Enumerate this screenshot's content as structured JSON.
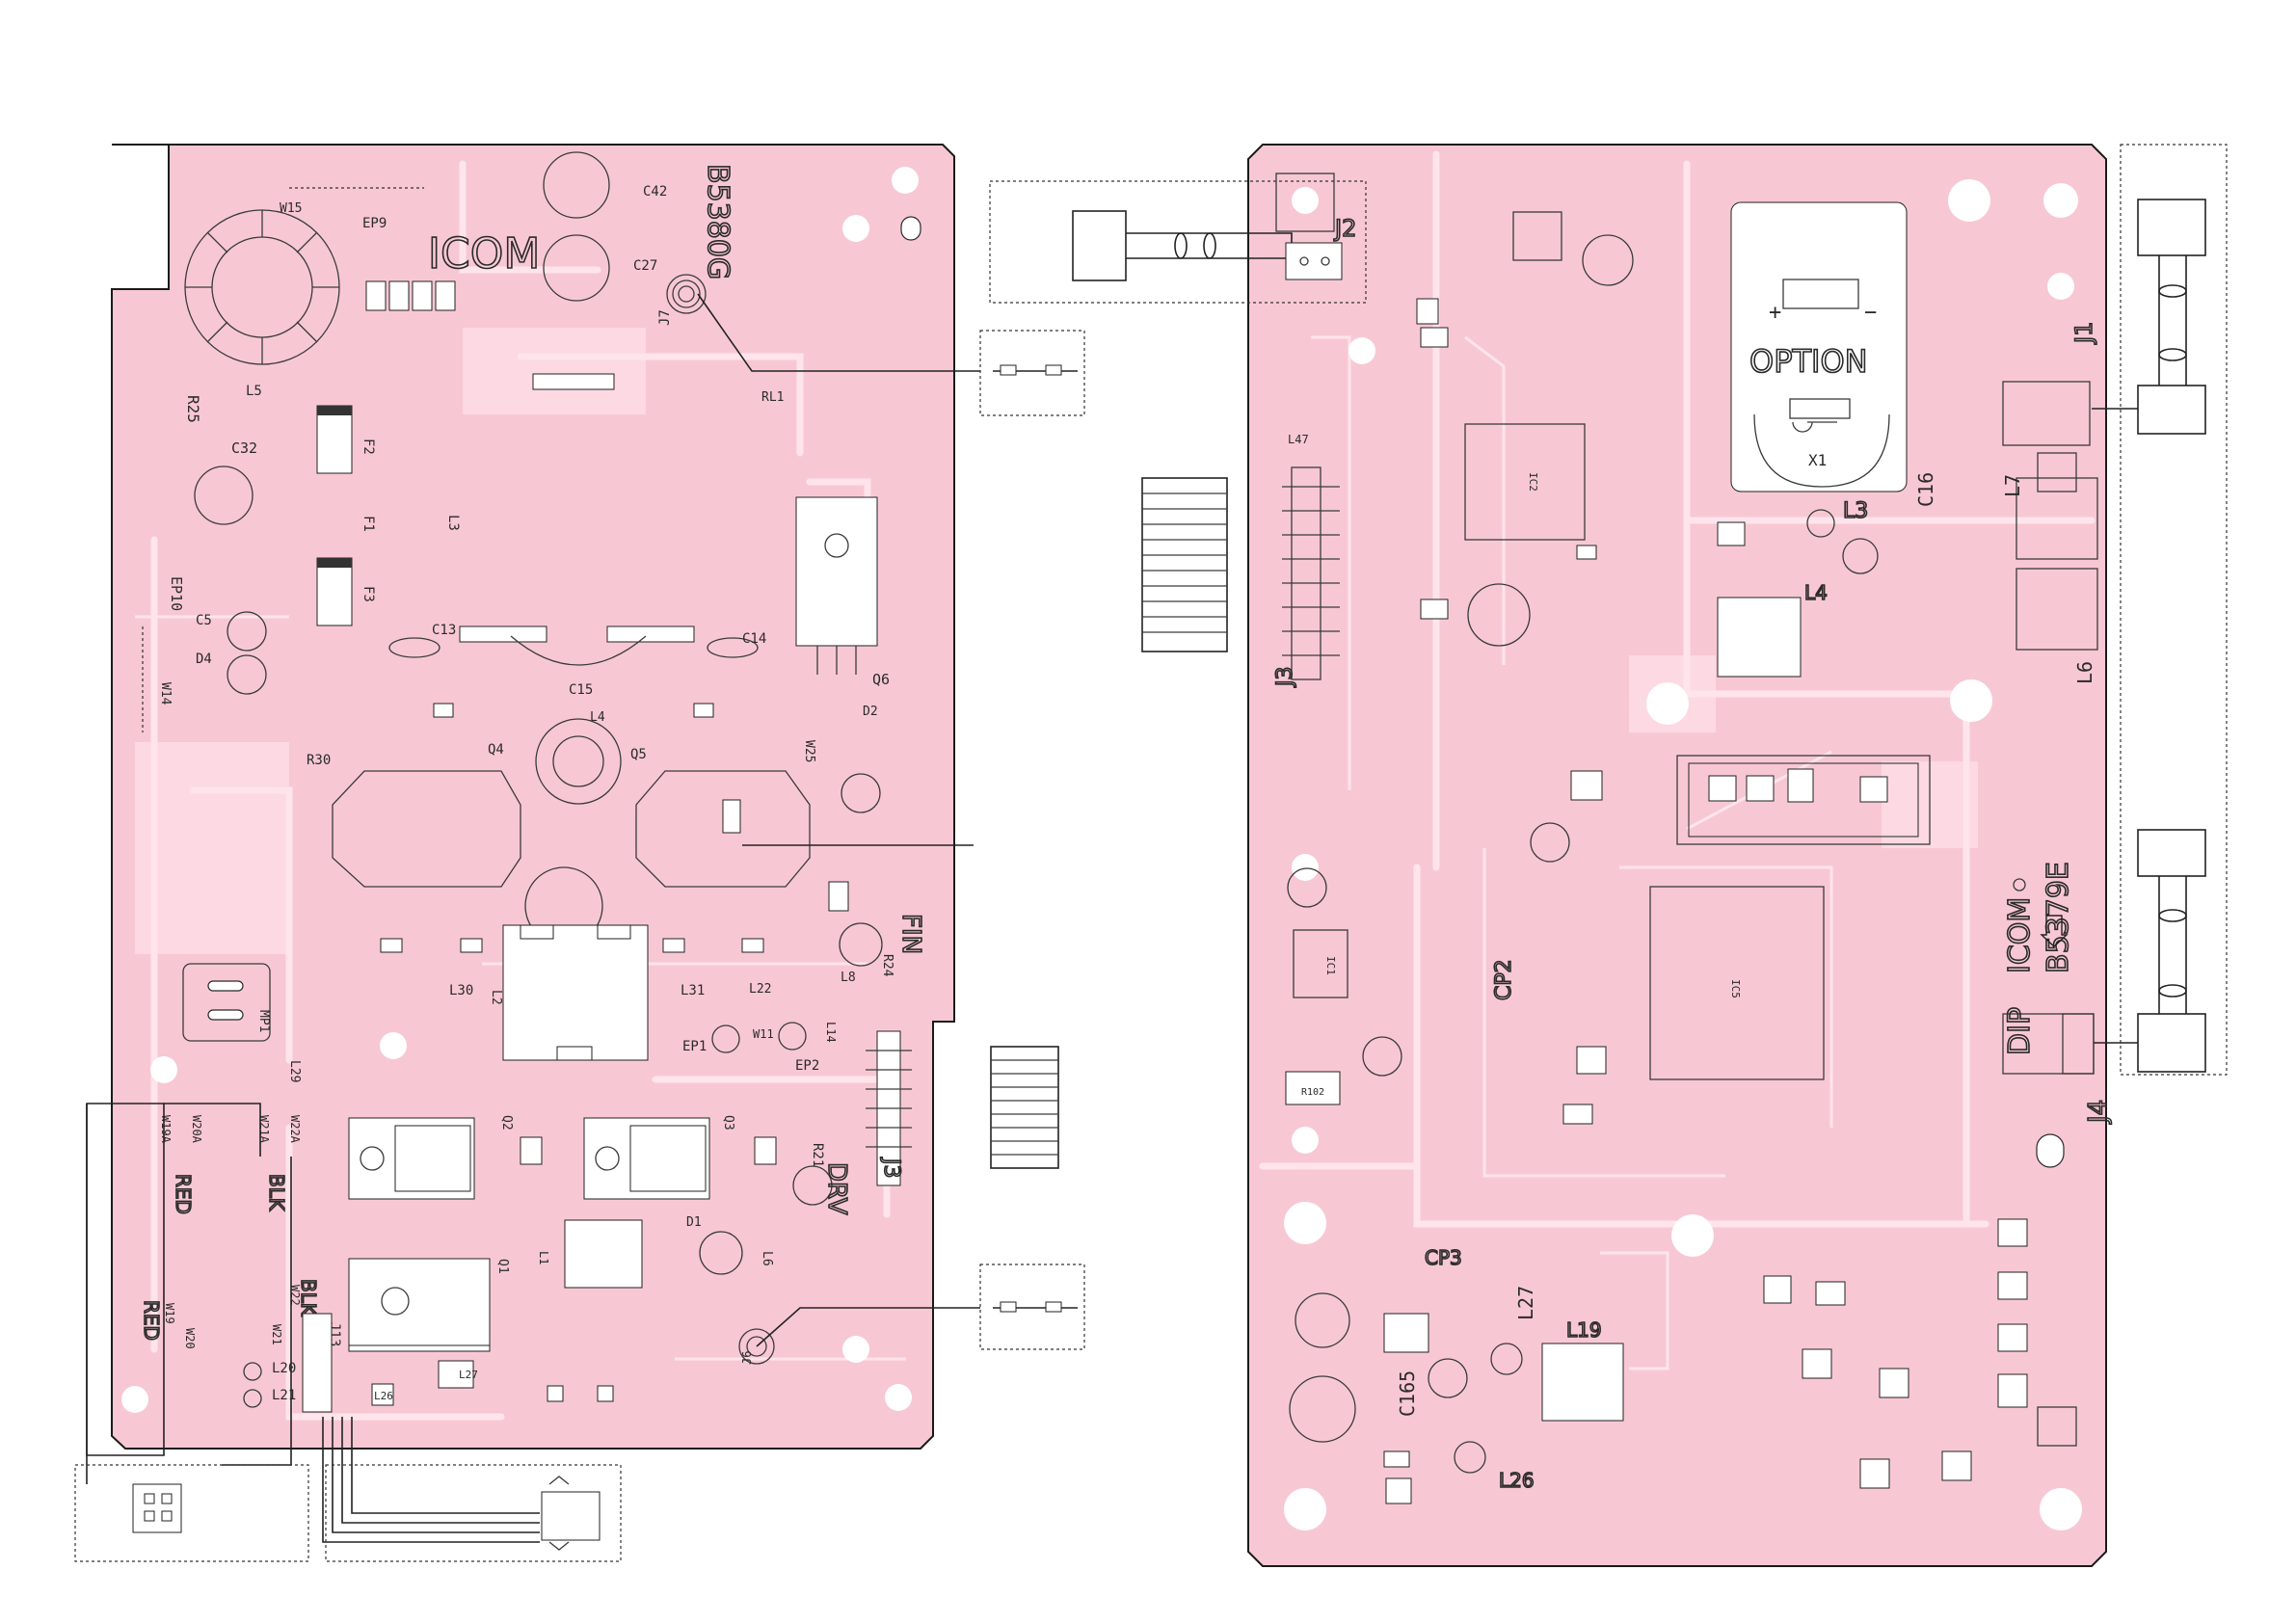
{
  "left_board": {
    "board_id": "B5380G",
    "brand": "ICOM",
    "labels": {
      "w15": "W15",
      "ep9": "EP9",
      "c42": "C42",
      "c27": "C27",
      "j7": "J7",
      "r25": "R25",
      "l5": "L5",
      "c32": "C32",
      "f2": "F2",
      "f1": "F1",
      "f3": "F3",
      "l3": "L3",
      "rl1": "RL1",
      "ep10": "EP10",
      "c5": "C5",
      "d4": "D4",
      "w14": "W14",
      "c13": "C13",
      "c14": "C14",
      "c15": "C15",
      "q6": "Q6",
      "q4": "Q4",
      "q5": "Q5",
      "l4": "L4",
      "d2": "D2",
      "w25": "W25",
      "r30": "R30",
      "l30": "L30",
      "l2": "L2",
      "l31": "L31",
      "l22": "L22",
      "l8": "L8",
      "fin": "FIN",
      "r24": "R24",
      "ep1": "EP1",
      "w11": "W11",
      "ep2": "EP2",
      "l14": "L14",
      "mp1": "MP1",
      "l29": "L29",
      "w19a": "W19A",
      "w20a": "W20A",
      "w21a": "W21A",
      "w22a": "W22A",
      "red": "RED",
      "blk": "BLK",
      "q2": "Q2",
      "q3": "Q3",
      "r21": "R21",
      "drv": "DRV",
      "j3": "J3",
      "d1": "D1",
      "l6": "L6",
      "q1": "Q1",
      "l1": "L1",
      "w19": "W19",
      "w20": "W20",
      "w21": "W21",
      "w22": "W22",
      "j13": "J13",
      "l20": "L20",
      "l21": "L21",
      "l26": "L26",
      "l27": "L27",
      "j6": "J6"
    }
  },
  "right_board": {
    "board_id": "B5379E",
    "brand": "ICOM",
    "dip": "DIP",
    "labels": {
      "j2": "J2",
      "j1": "J1",
      "option": "OPTION",
      "x1": "X1",
      "c16": "C16",
      "l3": "L3",
      "l4": "L4",
      "l7": "L7",
      "l6": "L6",
      "l47": "L47",
      "j3": "J3",
      "cp2": "CP2",
      "j4": "J4",
      "cp3": "CP3",
      "l27": "L27",
      "l19": "L19",
      "c165": "C165",
      "l26": "L26",
      "r102": "R102",
      "ic1": "IC1",
      "ic2": "IC2",
      "ic5": "IC5"
    },
    "option_polarity": {
      "plus": "+",
      "minus": "−"
    }
  },
  "connector_j2": {
    "label": "J2"
  },
  "connector_j1": {
    "label": "J1"
  }
}
